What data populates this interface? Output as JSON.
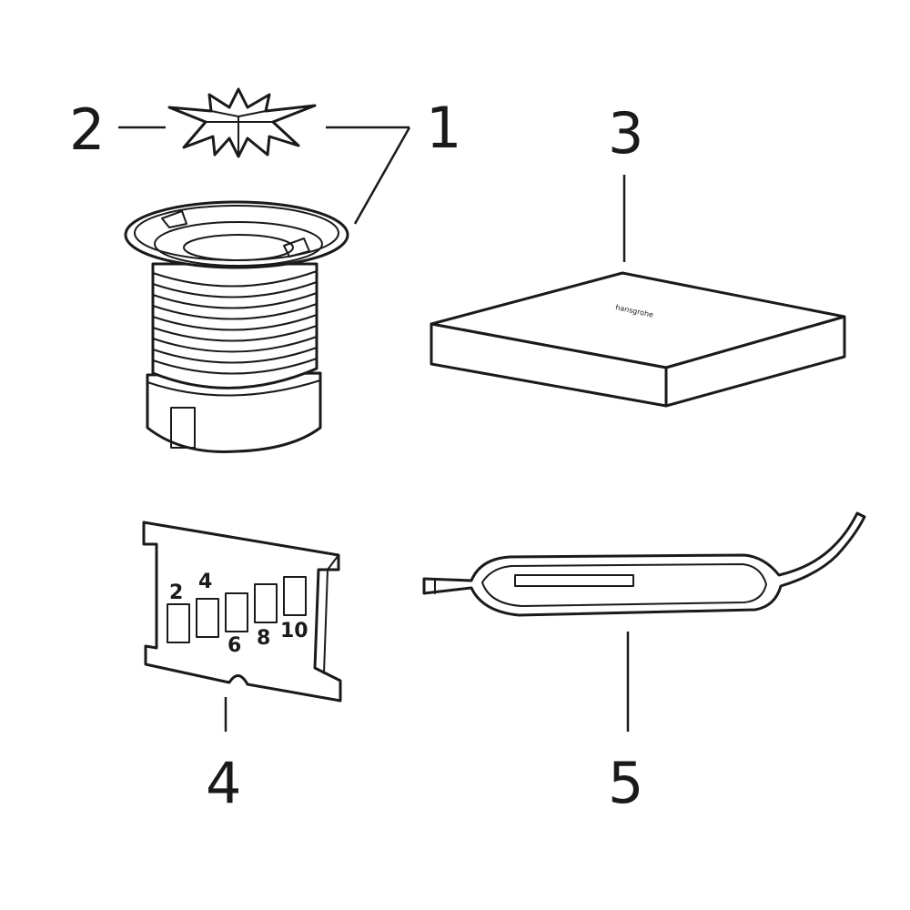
{
  "callouts": {
    "part1": "1",
    "part2": "2",
    "part3": "3",
    "part4": "4",
    "part5": "5"
  },
  "gauge_labels": [
    "2",
    "4",
    "6",
    "8",
    "10"
  ],
  "cover_brand": "hansgrohe",
  "colors": {
    "line": "#1a1a1a",
    "background": "#ffffff"
  },
  "parts": [
    {
      "number": "1",
      "name": "drain-body"
    },
    {
      "number": "2",
      "name": "star-insert"
    },
    {
      "number": "3",
      "name": "square-cover"
    },
    {
      "number": "4",
      "name": "height-gauge"
    },
    {
      "number": "5",
      "name": "removal-hook"
    }
  ]
}
